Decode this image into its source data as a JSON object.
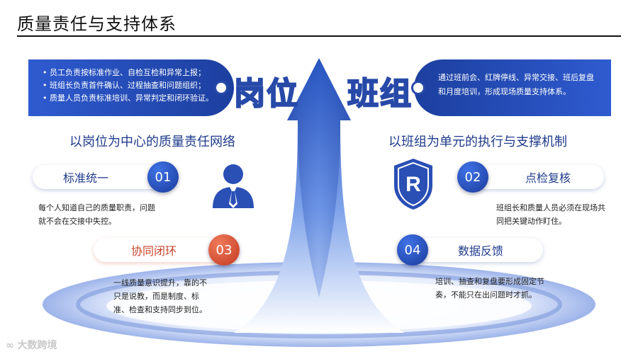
{
  "title": "质量责任与支持体系",
  "left_panel": {
    "bullets": [
      "员工负责按标准作业、自检互检和异常上报；",
      "班组长负责首件确认、过程抽查和问题组织；",
      "质量人员负责标准培训、异常判定和闭环验证。"
    ],
    "keyword": "岗位"
  },
  "right_panel": {
    "text": "通过班前会、红牌停线、异常交接、班后复盘和月度培训，形成现场质量支持体系。",
    "keyword": "班组"
  },
  "left_heading": "以岗位为中心的质量责任网络",
  "right_heading": "以班组为单元的执行与支撑机制",
  "items": [
    {
      "num": "01",
      "label": "标准统一",
      "desc": "每个人知道自己的质量职责，问题就不会在交接中失控。"
    },
    {
      "num": "02",
      "label": "点检复核",
      "desc": "班组长和质量人员必须在现场共同把关键动作盯住。"
    },
    {
      "num": "03",
      "label": "协同闭环",
      "desc": "一线质量意识提升，靠的不只是说教，而是制度、标准、检查和支持同步到位。"
    },
    {
      "num": "04",
      "label": "数据反馈",
      "desc": "培训、抽查和复盘要形成固定节奏，不能只在出问题时才抓。"
    }
  ],
  "shield_letter": "R",
  "logo_text": "大数跨境",
  "colors": {
    "primary": "#2749a8",
    "accent_red": "#c8442b"
  }
}
